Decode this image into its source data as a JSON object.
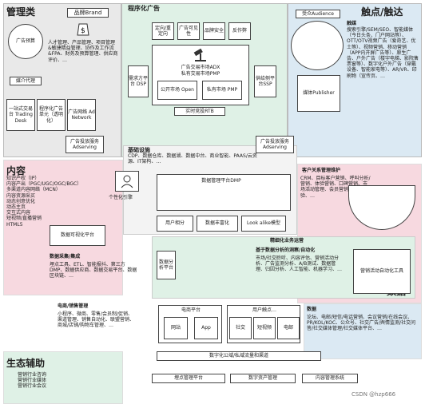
{
  "sections": {
    "mgmt": "管理类",
    "programmatic": "程序化广告",
    "reach": "触点/触达",
    "content": "内容",
    "infra": "基础设施",
    "data": "数据",
    "eco": "生态辅助"
  },
  "mgmt": {
    "brand": "品牌Brand",
    "budget": "广告预算",
    "desc": "人才管理、产品管理、项目管理&敏捷精益管理、协作及工作流&FPA、财务及预算管理、供应商评价、…",
    "agency": "媒介代理",
    "trading_desk": "一站式交易台 Trading Desk",
    "dsp_mini": "程序化广告单元（透明化）",
    "adnetwork": "广告网络 Ad Network",
    "adserving": "广告投放服务 Adserving"
  },
  "prog": {
    "targeted": "定向/重定向",
    "viewable": "广告可见性",
    "brand_safety": "品牌安全",
    "anti_fraud": "反作弊",
    "dsp": "需求方平台 DSP",
    "adx": "广告交易市场ADX",
    "pmp": "私有交易市场PMP",
    "open": "公开市场 Open",
    "private": "私有市场 PMP",
    "ssp": "供给侧平台SSP",
    "rtb": "实时竞投RTB",
    "adserving": "广告投放服务 Adserving"
  },
  "reach": {
    "audience": "受众Audience",
    "touch_title": "触媒",
    "touch_desc": "搜索引擎/SEM/SEO、智能媒体（今日头条、门户网站等）、OTT/OTV视频广告（爱奇艺、优土等）、视频营销、移动营销（APP内开屏广告等）、原生广告、户外广告（楼宇电梯、影院售票窗等）、数字化户外广告（穿戴设备、智能家电等）、AR/VR、印刷物（宣传页、…",
    "publisher": "媒体Publisher"
  },
  "content": {
    "list": "知识产权（IP）\n内容产出（PGC/UGC/OGC/BGC）\n多渠道内容网络（MCN）\n内容资源采买\n动态创意优化\n动态主页\n交互式内容\n短视频/直播营销\nHTML5",
    "personal": "个性化引擎"
  },
  "infra": {
    "list": "CDP、数据仓库、数据湖、数据中台、商业智能、PAAS/云资源、IT架构、…",
    "dmp": "数据管理平台DMP",
    "user_profile": "用户相分",
    "data_enrich": "数据丰富化",
    "lookalike": "Look alike模型"
  },
  "crm": {
    "title": "客户关系管理维护",
    "desc": "CRM、目标客户营销、呼叫分析/营销、体验营销、口碑营销、市场活动管理、会员营销、客户体验、…"
  },
  "vis": {
    "title": "数据可视化平台"
  },
  "precision": {
    "title": "精细化业务运营",
    "analytics": "数据分析平台",
    "insight_title": "基于数据分析的洞察/自动化",
    "insight_desc": "市场/社交聆听、内容评估、营销活动分析、广告监测分析、A/B测试、数据管理、归因分析、人工智能、机器学习、…",
    "automation": "营销活动自动化工具"
  },
  "collect": {
    "title": "数据采集/集成",
    "desc": "埋点工具、ETL、智能报抖、第三方DMP、数据供应商、数据交易平台、数据区块链、…"
  },
  "ecom": {
    "title": "电商/销售管理",
    "desc": "小程序、微商、零售/会员制/促销、渠道管理、销售自动化、联盟营销、商城/店铺/购物车管理、…",
    "platform": "电商平台",
    "web": "网站",
    "app": "App"
  },
  "user_touch": {
    "title": "用户触点…",
    "social": "社交",
    "video": "短视频",
    "mail": "电邮"
  },
  "datacat": {
    "title": "数据",
    "desc": "论坛、电邮/短信/电话营销、会议营销/在线会议、PR/KOL/KOC、公众号、社交广告/舆情监测/社交问答/社交媒体管理/社交媒体平台、…"
  },
  "bottom": {
    "digital_channel": "数字化公域/私域流量和渠道",
    "tracking": "埋点管理平台",
    "dam": "数字资产管理",
    "cms": "内容管理系统"
  },
  "eco": {
    "list": "营销行业咨询\n营销行业媒体\n营销行业会议"
  },
  "watermark": "CSDN @hzp666"
}
